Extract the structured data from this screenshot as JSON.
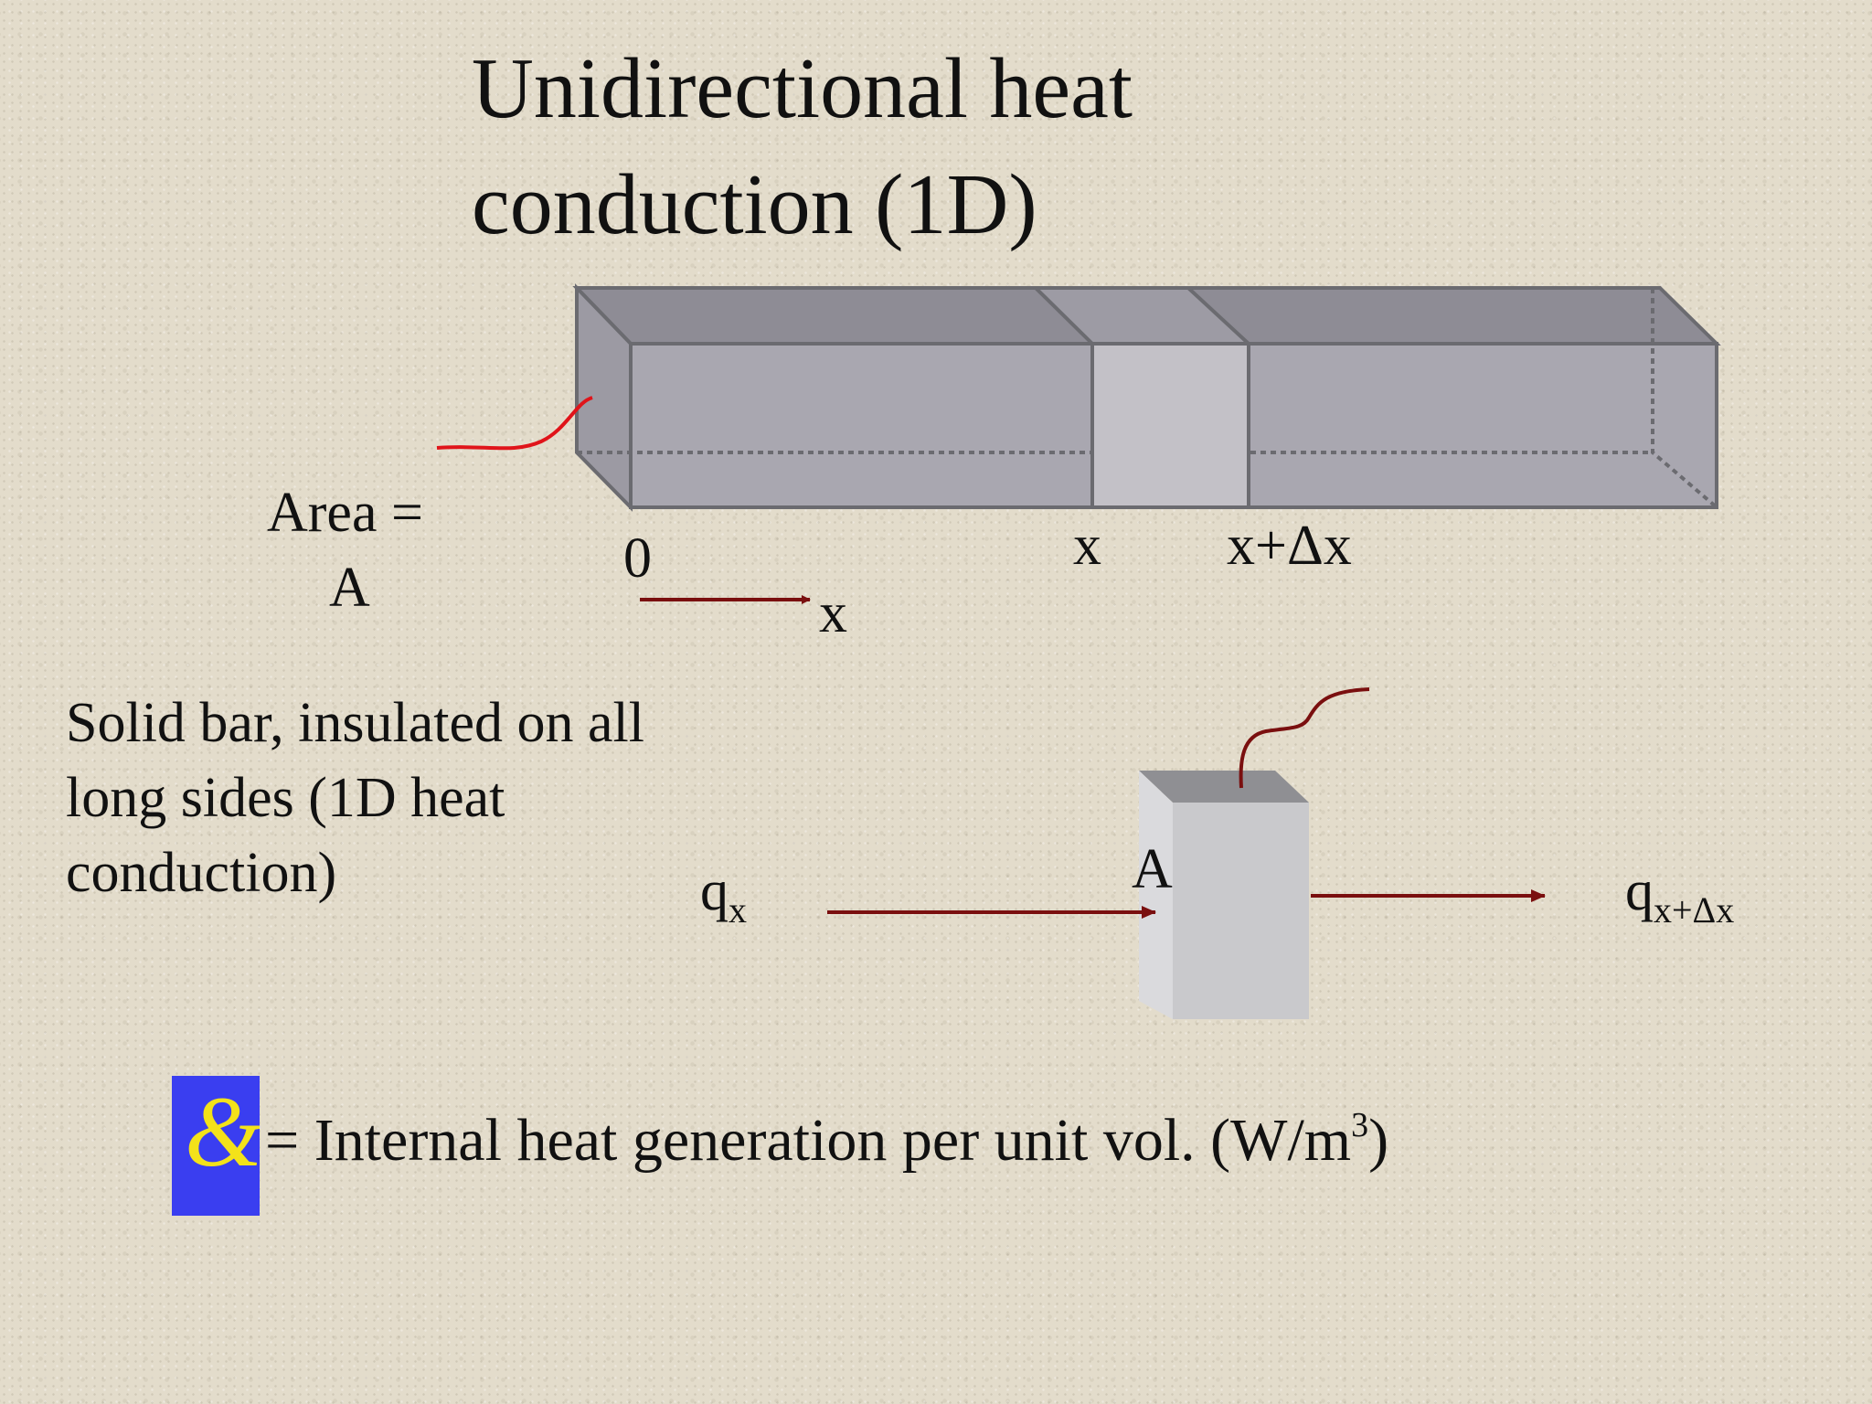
{
  "title": {
    "line1": "Unidirectional heat",
    "line2": "conduction (1D)"
  },
  "bar_labels": {
    "area_line1": "Area =",
    "area_line2": "A",
    "origin": "0",
    "x_pos": "x",
    "x_plus_dx": "x+Δx",
    "axis": "x"
  },
  "description": {
    "line1": "Solid bar, insulated on all",
    "line2": "long sides (1D heat",
    "line3": "conduction)"
  },
  "element": {
    "area_label": "A",
    "q_in_base": "q",
    "q_in_sub": "x",
    "q_out_base": "q",
    "q_out_sub": "x+Δx"
  },
  "legend": {
    "icon_glyph": "&",
    "text": "= Internal heat generation per unit vol. (W/m",
    "superscript": "3",
    "close": ")"
  },
  "colors": {
    "arrow": "#7a0f0f",
    "pointer_red": "#e0141a",
    "bar_fill": "#a9a7b0",
    "icon_bg": "#3a3ef0",
    "icon_fg": "#f3e21a"
  }
}
